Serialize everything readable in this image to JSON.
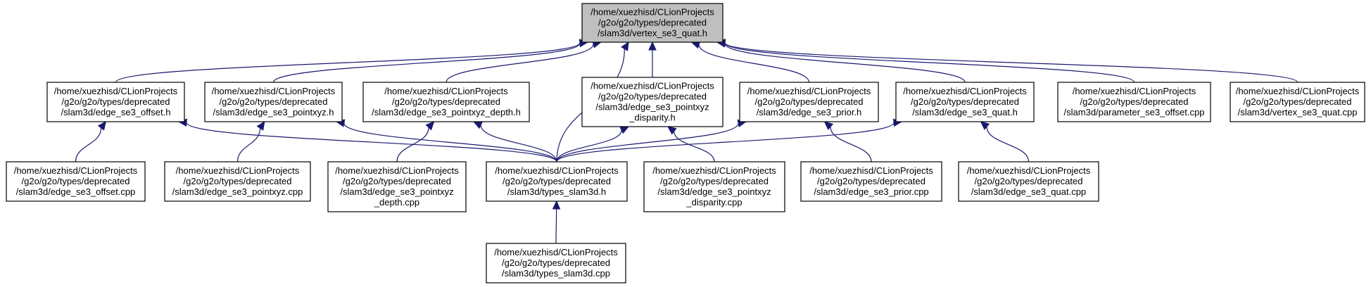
{
  "colors": {
    "edge": "#191970",
    "root_fill": "#bfbfbf",
    "node_fill": "#ffffff",
    "node_border": "#000000"
  },
  "nodes": {
    "vertex_quat_h": {
      "lines": [
        "/home/xuezhisd/CLionProjects",
        "/g2o/g2o/types/deprecated",
        "/slam3d/vertex_se3_quat.h"
      ]
    },
    "edge_offset_h": {
      "lines": [
        "/home/xuezhisd/CLionProjects",
        "/g2o/g2o/types/deprecated",
        "/slam3d/edge_se3_offset.h"
      ]
    },
    "edge_pointxyz_h": {
      "lines": [
        "/home/xuezhisd/CLionProjects",
        "/g2o/g2o/types/deprecated",
        "/slam3d/edge_se3_pointxyz.h"
      ]
    },
    "edge_depth_h": {
      "lines": [
        "/home/xuezhisd/CLionProjects",
        "/g2o/g2o/types/deprecated",
        "/slam3d/edge_se3_pointxyz_depth.h"
      ]
    },
    "edge_disparity_h": {
      "lines": [
        "/home/xuezhisd/CLionProjects",
        "/g2o/g2o/types/deprecated",
        "/slam3d/edge_se3_pointxyz",
        "_disparity.h"
      ]
    },
    "edge_prior_h": {
      "lines": [
        "/home/xuezhisd/CLionProjects",
        "/g2o/g2o/types/deprecated",
        "/slam3d/edge_se3_prior.h"
      ]
    },
    "edge_quat_h": {
      "lines": [
        "/home/xuezhisd/CLionProjects",
        "/g2o/g2o/types/deprecated",
        "/slam3d/edge_se3_quat.h"
      ]
    },
    "param_offset_cpp": {
      "lines": [
        "/home/xuezhisd/CLionProjects",
        "/g2o/g2o/types/deprecated",
        "/slam3d/parameter_se3_offset.cpp"
      ]
    },
    "vertex_quat_cpp": {
      "lines": [
        "/home/xuezhisd/CLionProjects",
        "/g2o/g2o/types/deprecated",
        "/slam3d/vertex_se3_quat.cpp"
      ]
    },
    "edge_offset_cpp": {
      "lines": [
        "/home/xuezhisd/CLionProjects",
        "/g2o/g2o/types/deprecated",
        "/slam3d/edge_se3_offset.cpp"
      ]
    },
    "edge_pointxyz_cpp": {
      "lines": [
        "/home/xuezhisd/CLionProjects",
        "/g2o/g2o/types/deprecated",
        "/slam3d/edge_se3_pointxyz.cpp"
      ]
    },
    "edge_depth_cpp": {
      "lines": [
        "/home/xuezhisd/CLionProjects",
        "/g2o/g2o/types/deprecated",
        "/slam3d/edge_se3_pointxyz",
        "_depth.cpp"
      ]
    },
    "types_slam3d_h": {
      "lines": [
        "/home/xuezhisd/CLionProjects",
        "/g2o/g2o/types/deprecated",
        "/slam3d/types_slam3d.h"
      ]
    },
    "edge_disparity_cpp": {
      "lines": [
        "/home/xuezhisd/CLionProjects",
        "/g2o/g2o/types/deprecated",
        "/slam3d/edge_se3_pointxyz",
        "_disparity.cpp"
      ]
    },
    "edge_prior_cpp": {
      "lines": [
        "/home/xuezhisd/CLionProjects",
        "/g2o/g2o/types/deprecated",
        "/slam3d/edge_se3_prior.cpp"
      ]
    },
    "edge_quat_cpp": {
      "lines": [
        "/home/xuezhisd/CLionProjects",
        "/g2o/g2o/types/deprecated",
        "/slam3d/edge_se3_quat.cpp"
      ]
    },
    "types_slam3d_cpp": {
      "lines": [
        "/home/xuezhisd/CLionProjects",
        "/g2o/g2o/types/deprecated",
        "/slam3d/types_slam3d.cpp"
      ]
    }
  },
  "edges": [
    {
      "from": "edge_offset_h",
      "to": "vertex_quat_h"
    },
    {
      "from": "edge_pointxyz_h",
      "to": "vertex_quat_h"
    },
    {
      "from": "edge_depth_h",
      "to": "vertex_quat_h"
    },
    {
      "from": "edge_disparity_h",
      "to": "vertex_quat_h"
    },
    {
      "from": "edge_prior_h",
      "to": "vertex_quat_h"
    },
    {
      "from": "edge_quat_h",
      "to": "vertex_quat_h"
    },
    {
      "from": "param_offset_cpp",
      "to": "vertex_quat_h"
    },
    {
      "from": "vertex_quat_cpp",
      "to": "vertex_quat_h"
    },
    {
      "from": "types_slam3d_h",
      "to": "vertex_quat_h"
    },
    {
      "from": "edge_offset_cpp",
      "to": "edge_offset_h"
    },
    {
      "from": "types_slam3d_h",
      "to": "edge_offset_h"
    },
    {
      "from": "edge_pointxyz_cpp",
      "to": "edge_pointxyz_h"
    },
    {
      "from": "types_slam3d_h",
      "to": "edge_pointxyz_h"
    },
    {
      "from": "edge_depth_cpp",
      "to": "edge_depth_h"
    },
    {
      "from": "types_slam3d_h",
      "to": "edge_depth_h"
    },
    {
      "from": "types_slam3d_h",
      "to": "edge_disparity_h"
    },
    {
      "from": "edge_disparity_cpp",
      "to": "edge_disparity_h"
    },
    {
      "from": "types_slam3d_h",
      "to": "edge_prior_h"
    },
    {
      "from": "edge_prior_cpp",
      "to": "edge_prior_h"
    },
    {
      "from": "types_slam3d_h",
      "to": "edge_quat_h"
    },
    {
      "from": "edge_quat_cpp",
      "to": "edge_quat_h"
    },
    {
      "from": "types_slam3d_cpp",
      "to": "types_slam3d_h"
    }
  ]
}
